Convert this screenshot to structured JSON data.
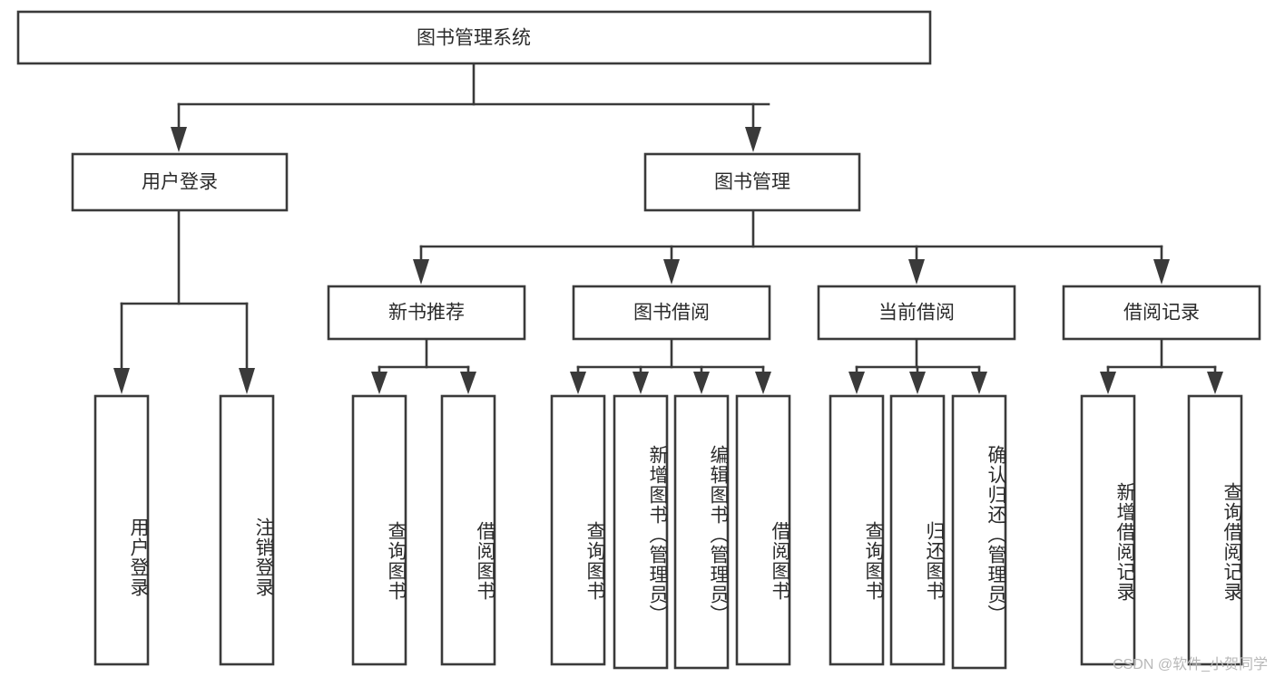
{
  "diagram": {
    "type": "tree-hierarchy",
    "title": "图书管理系统",
    "watermark": "CSDN @软件_小贺同学",
    "colors": {
      "stroke": "#3a3a3a",
      "fill": "#ffffff",
      "text": "#2b2b2b",
      "watermark": "#b8b8b8"
    },
    "levels": {
      "root": {
        "label": "图书管理系统"
      },
      "level2": [
        {
          "label": "用户登录"
        },
        {
          "label": "图书管理"
        }
      ],
      "level3": [
        {
          "label": "新书推荐"
        },
        {
          "label": "图书借阅"
        },
        {
          "label": "当前借阅"
        },
        {
          "label": "借阅记录"
        }
      ],
      "leaves": {
        "user_login": [
          {
            "label": "用户登录"
          },
          {
            "label": "注销登录"
          }
        ],
        "new_book": [
          {
            "label": "查询图书"
          },
          {
            "label": "借阅图书"
          }
        ],
        "book_borrow": [
          {
            "label": "查询图书"
          },
          {
            "label": "新增图书（管理员）"
          },
          {
            "label": "编辑图书（管理员）"
          },
          {
            "label": "借阅图书"
          }
        ],
        "current_borrow": [
          {
            "label": "查询图书"
          },
          {
            "label": "归还图书"
          },
          {
            "label": "确认归还（管理员）"
          }
        ],
        "borrow_record": [
          {
            "label": "新增借阅记录"
          },
          {
            "label": "查询借阅记录"
          }
        ]
      }
    }
  }
}
